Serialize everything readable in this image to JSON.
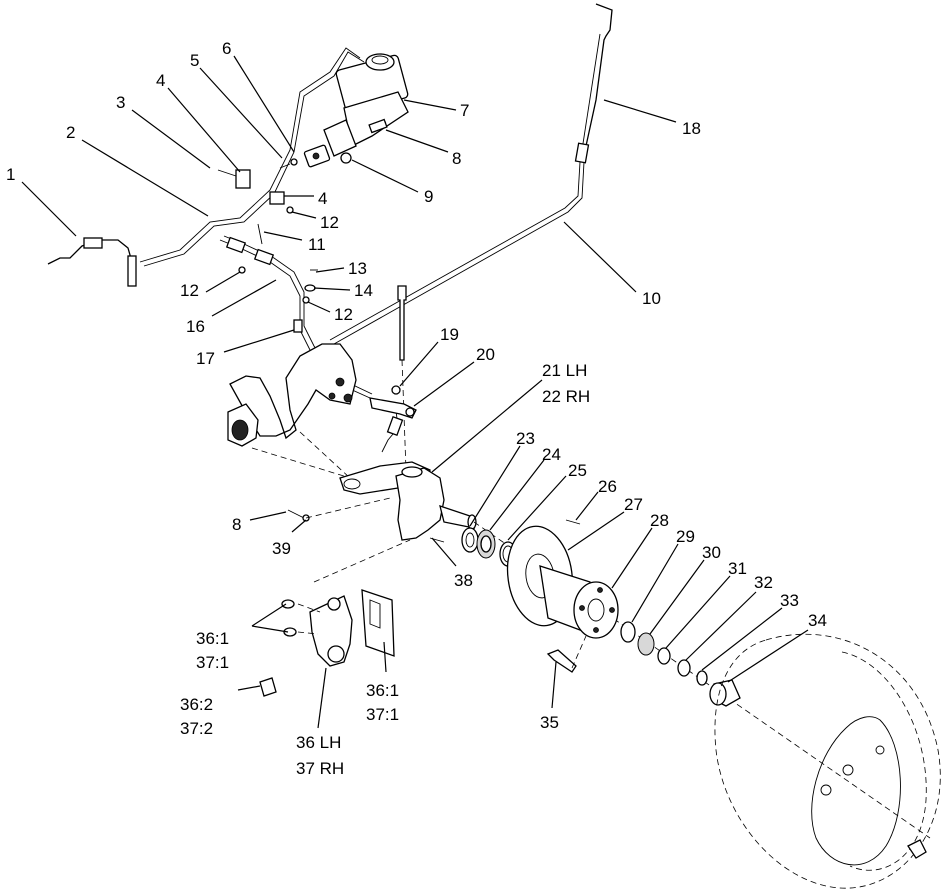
{
  "diagram": {
    "callouts": {
      "c1": "1",
      "c2": "2",
      "c3": "3",
      "c4a": "4",
      "c4b": "4",
      "c5": "5",
      "c6": "6",
      "c7": "7",
      "c8a": "8",
      "c8b": "8",
      "c9": "9",
      "c10": "10",
      "c11": "11",
      "c12a": "12",
      "c12b": "12",
      "c12c": "12",
      "c13": "13",
      "c14": "14",
      "c16": "16",
      "c17": "17",
      "c18": "18",
      "c19": "19",
      "c20": "20",
      "c21": "21 LH",
      "c22": "22 RH",
      "c23": "23",
      "c24": "24",
      "c25": "25",
      "c26": "26",
      "c27": "27",
      "c28": "28",
      "c29": "29",
      "c30": "30",
      "c31": "31",
      "c32": "32",
      "c33": "33",
      "c34": "34",
      "c35": "35",
      "c36_1a": "36:1",
      "c37_1a": "37:1",
      "c36_2": "36:2",
      "c37_2": "37:2",
      "c36": "36 LH",
      "c37": "37 RH",
      "c36_1b": "36:1",
      "c37_1b": "37:1",
      "c38": "38",
      "c39": "39"
    }
  }
}
